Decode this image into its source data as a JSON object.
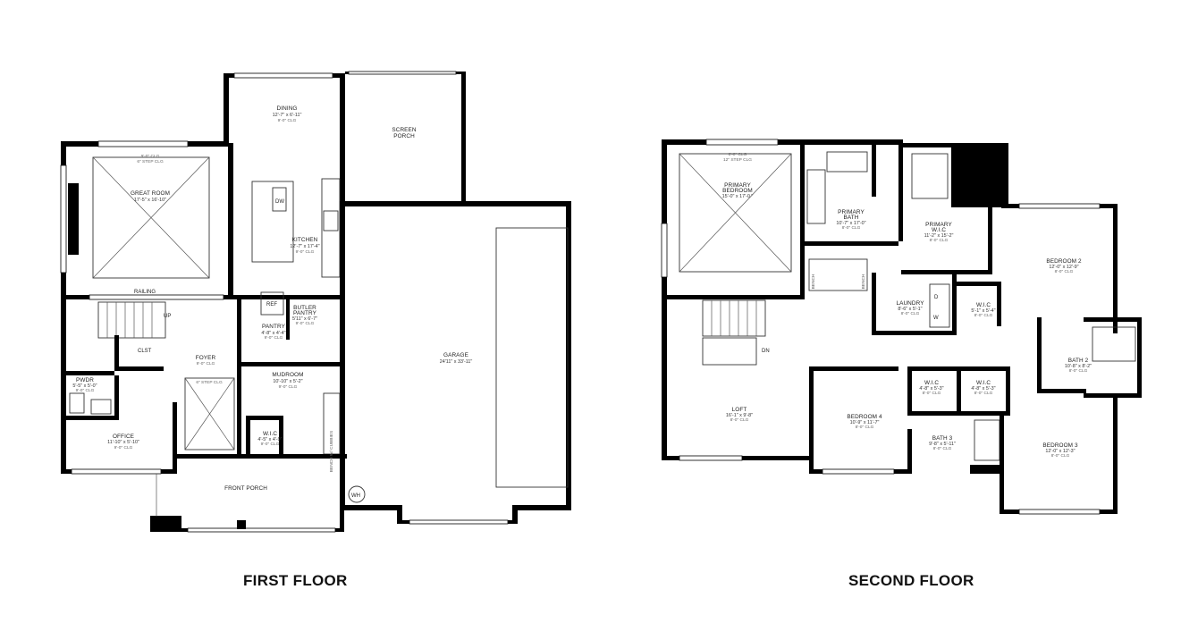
{
  "floors": [
    {
      "title": "FIRST FLOOR",
      "rooms": [
        {
          "name": "DINING",
          "dims": "12'-7\" x 6'-11\"",
          "clg": "9'-0\" CLG"
        },
        {
          "name": "SCREEN",
          "name2": "PORCH"
        },
        {
          "name": "GREAT ROOM",
          "dims": "17'-5\" x 16'-10\"",
          "clg": "9'-0\" CLG",
          "clg2": "6\" STEP CLG"
        },
        {
          "name": "KITCHEN",
          "dims": "12'-7\" x 17'-4\"",
          "clg": "9'-0\" CLG"
        },
        {
          "name": "GARAGE",
          "dims": "24'11\" x 33'-11\""
        },
        {
          "name": "BUTLER",
          "name2": "PANTRY",
          "dims": "5'11\" x 6'-7\"",
          "clg": "9'-0\" CLG"
        },
        {
          "name": "PANTRY",
          "dims": "4'-8\" x 4'-4\"",
          "clg": "9'-0\" CLG"
        },
        {
          "name": "FOYER",
          "clg": "9'-0\" CLG"
        },
        {
          "name": "MUDROOM",
          "dims": "10'-10\" x 5'-2\"",
          "clg": "9'-0\" CLG"
        },
        {
          "name": "W.I.C",
          "dims": "4'-5\" x 4'-9\"",
          "clg": "9'-0\" CLG"
        },
        {
          "name": "PWDR",
          "dims": "5'-5\" x 5'-0\"",
          "clg": "9'-0\" CLG"
        },
        {
          "name": "OFFICE",
          "dims": "11'-10\" x 5'-10\"",
          "clg": "9'-0\" CLG"
        },
        {
          "name": "FRONT PORCH"
        }
      ],
      "labels": {
        "railing": "RAILING",
        "up": "UP",
        "clst": "CLST",
        "ref": "REF",
        "dw": "DW",
        "wh": "WH",
        "bench": "BENCH W/ CUBBIES",
        "foyer_step": "6\" STEP CLG"
      }
    },
    {
      "title": "SECOND FLOOR",
      "rooms": [
        {
          "name": "PRIMARY",
          "name2": "BEDROOM",
          "dims": "15'-0\" x 17'-0 \"",
          "clg": "8'-0\" CLG",
          "clg2": "12\" STEP CLG"
        },
        {
          "name": "PRIMARY",
          "name2": "BATH",
          "dims": "10'-7\" x 17'-0\"",
          "clg": "8'-0\" CLG"
        },
        {
          "name": "PRIMARY",
          "name2": "W.I.C",
          "dims": "11'-2\" x 15'-2\"",
          "clg": "8'-0\" CLG"
        },
        {
          "name": "BEDROOM 2",
          "dims": "12'-0\" x 12'-9\"",
          "clg": "8'-0\" CLG"
        },
        {
          "name": "LAUNDRY",
          "dims": "8'-6\" x 5'-1\"",
          "clg": "8'-0\" CLG"
        },
        {
          "name": "W.I.C",
          "dims": "5'-1\" x 5'-4\"",
          "clg": "8'-0\" CLG"
        },
        {
          "name": "BATH 2",
          "dims": "10'-8\" x 8'-2\"",
          "clg": "8'-0\" CLG"
        },
        {
          "name": "LOFT",
          "dims": "16'-1\" x 9'-8\"",
          "clg": "8'-0\" CLG"
        },
        {
          "name": "W.I.C",
          "dims": "4'-8\" x 5'-3\"",
          "clg": "8'-0\" CLG"
        },
        {
          "name": "W.I.C",
          "dims": "4'-8\" x 5'-3\"",
          "clg": "8'-0\" CLG"
        },
        {
          "name": "BEDROOM 4",
          "dims": "10'-9\" x 11'-7\"",
          "clg": "8'-0\" CLG"
        },
        {
          "name": "BATH 3",
          "dims": "9'-8\" x 5'-11\"",
          "clg": "8'-0\" CLG"
        },
        {
          "name": "BEDROOM 3",
          "dims": "12'-0\" x 12'-3\"",
          "clg": "8'-0\" CLG"
        }
      ],
      "labels": {
        "dn": "DN",
        "bench": "BENCH",
        "d": "D",
        "w": "W"
      }
    }
  ]
}
